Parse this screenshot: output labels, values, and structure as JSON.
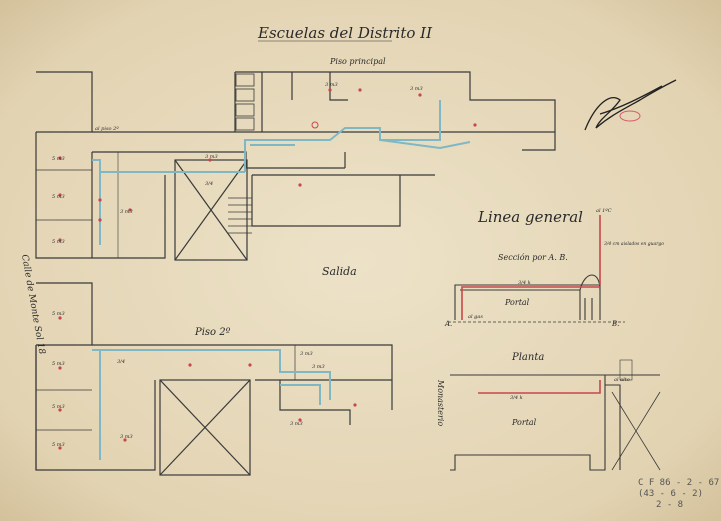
{
  "title": "Escuelas del Distrito II",
  "plans": {
    "ground_floor": "Piso principal",
    "second_floor": "Piso 2º",
    "exit": "Salida",
    "street": "Calle de Monte Sol 18"
  },
  "linea": {
    "title": "Linea general",
    "section": "Sección por A. B.",
    "plan": "Planta",
    "portal_section": "Portal",
    "portal_plan": "Portal",
    "side_street": "Monasterio"
  },
  "labels": {
    "point_a": "A.",
    "point_b": "B.",
    "vertical_run": "3/4 cm aislados en guargo",
    "riser": "al 1ºC",
    "run_top": "3/4 k",
    "run_plan": "3/4 k",
    "meter": "al gas",
    "alt": "al alto"
  },
  "archive_note": {
    "line1": "C F 86 - 2 - 67",
    "line2": "(43 - 6 - 2)",
    "line3": "2 - 8"
  },
  "colors": {
    "paper": "#e8dcc0",
    "ink": "#3a3a3a",
    "blue_pipe": "#7fb8c4",
    "red_pipe": "#c8464c"
  }
}
